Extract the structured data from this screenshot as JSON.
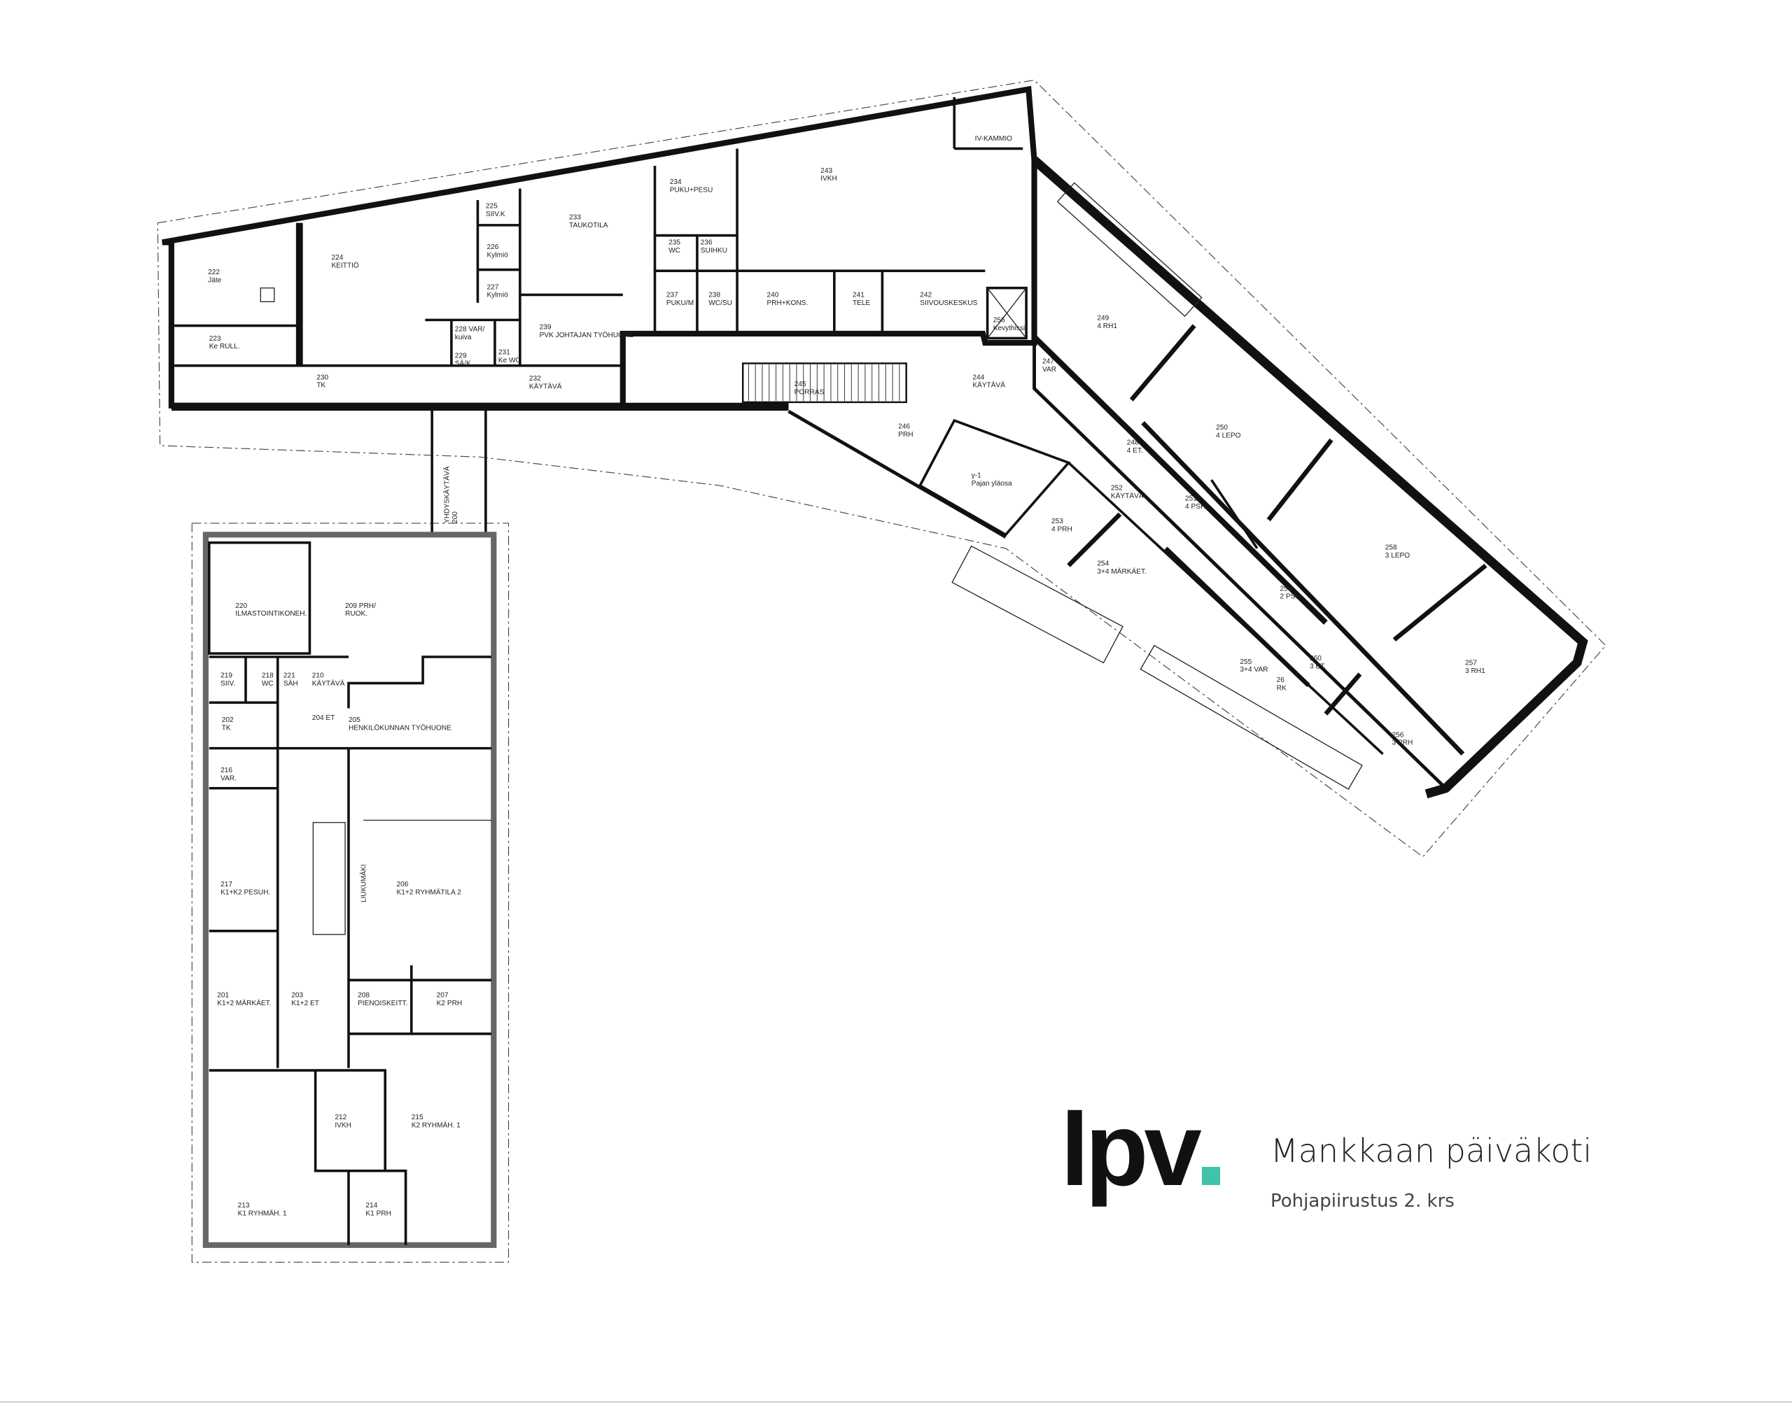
{
  "title": "Mankkaan päiväkoti",
  "subtitle": "Pohjapiirustus 2. krs",
  "logo": {
    "text": "lpv",
    "accent_color": "#40c3a8"
  },
  "rooms": [
    {
      "number": "222",
      "name": "Jäte"
    },
    {
      "number": "223",
      "name": "Ke RULL."
    },
    {
      "number": "224",
      "name": "KEITTIÖ"
    },
    {
      "number": "225",
      "name": "SIIV.K"
    },
    {
      "number": "226",
      "name": "Kylmiö"
    },
    {
      "number": "227",
      "name": "Kylmiö"
    },
    {
      "number": "228 VAR/",
      "name": "kuiva"
    },
    {
      "number": "229",
      "name": "SÄ/K"
    },
    {
      "number": "231",
      "name": "Ke WC"
    },
    {
      "number": "230",
      "name": "TK"
    },
    {
      "number": "232",
      "name": "KÄYTÄVÄ"
    },
    {
      "number": "233",
      "name": "TAUKOTILA"
    },
    {
      "number": "239",
      "name": "PVK JOHTAJAN TYÖHUONE"
    },
    {
      "number": "234",
      "name": "PUKU+PESU"
    },
    {
      "number": "235",
      "name": "WC"
    },
    {
      "number": "236",
      "name": "SUIHKU"
    },
    {
      "number": "237",
      "name": "PUKU/M"
    },
    {
      "number": "238",
      "name": "WC/SU"
    },
    {
      "number": "240",
      "name": "PRH+KONS."
    },
    {
      "number": "241",
      "name": "TELE"
    },
    {
      "number": "242",
      "name": "SIIVOUSKESKUS"
    },
    {
      "number": "243",
      "name": "IVKH"
    },
    {
      "number": "",
      "name": "IV-KAMMIO"
    },
    {
      "number": "256",
      "name": "Kevythissi"
    },
    {
      "number": "245",
      "name": "PORRAS"
    },
    {
      "number": "244",
      "name": "KÄYTÄVÄ"
    },
    {
      "number": "246",
      "name": "PRH"
    },
    {
      "number": "y-1",
      "name": "Pajan yläosa"
    },
    {
      "number": "247",
      "name": "VAR"
    },
    {
      "number": "249",
      "name": "4 RH1"
    },
    {
      "number": "250",
      "name": "4 LEPO"
    },
    {
      "number": "248",
      "name": "4 ET."
    },
    {
      "number": "252",
      "name": "KÄYTÄVÄ"
    },
    {
      "number": "251",
      "name": "4 PSH"
    },
    {
      "number": "253",
      "name": "4 PRH"
    },
    {
      "number": "254",
      "name": "3+4 MÄRKÄET."
    },
    {
      "number": "258",
      "name": "3 LEPO"
    },
    {
      "number": "259",
      "name": "2 PSH"
    },
    {
      "number": "260",
      "name": "3 ET."
    },
    {
      "number": "255",
      "name": "3+4 VAR"
    },
    {
      "number": "26",
      "name": "RK"
    },
    {
      "number": "257",
      "name": "3 RH1"
    },
    {
      "number": "256",
      "name": "3 PRH"
    },
    {
      "number": "220",
      "name": "ILMASTOINTIKONEH."
    },
    {
      "number": "209 PRH/",
      "name": "RUOK."
    },
    {
      "number": "219",
      "name": "SIIV."
    },
    {
      "number": "218",
      "name": "WC"
    },
    {
      "number": "221",
      "name": "SÄH"
    },
    {
      "number": "210",
      "name": "KÄYTÄVÄ"
    },
    {
      "number": "202",
      "name": "TK"
    },
    {
      "number": "204 ET",
      "name": ""
    },
    {
      "number": "205",
      "name": "HENKILÖKUNNAN TYÖHUONE"
    },
    {
      "number": "216",
      "name": "VAR."
    },
    {
      "number": "217",
      "name": "K1+K2 PESUH."
    },
    {
      "number": "206",
      "name": "K1+2 RYHMÄTILA 2"
    },
    {
      "number": "201",
      "name": "K1+2 MÄRKÄET."
    },
    {
      "number": "203",
      "name": "K1+2 ET"
    },
    {
      "number": "208",
      "name": "PIENOISKEITT."
    },
    {
      "number": "207",
      "name": "K2 PRH"
    },
    {
      "number": "212",
      "name": "IVKH"
    },
    {
      "number": "215",
      "name": "K2 RYHMÄH. 1"
    },
    {
      "number": "213",
      "name": "K1 RYHMÄH. 1"
    },
    {
      "number": "214",
      "name": "K1 PRH"
    }
  ],
  "rotated_labels": [
    {
      "number": "200",
      "name": "YHDYSKÄYTÄVÄ"
    },
    {
      "number": "",
      "name": "LIUKUMÄKI"
    }
  ]
}
